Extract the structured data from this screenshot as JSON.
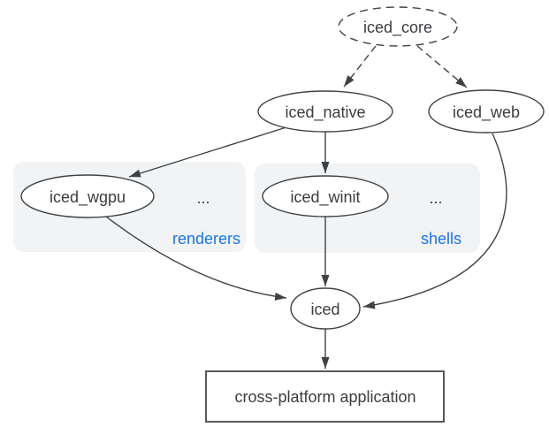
{
  "diagram": {
    "nodes": {
      "iced_core": {
        "label": "iced_core",
        "shape": "ellipse",
        "style": "dashed"
      },
      "iced_native": {
        "label": "iced_native",
        "shape": "ellipse",
        "style": "solid"
      },
      "iced_web": {
        "label": "iced_web",
        "shape": "ellipse",
        "style": "solid"
      },
      "iced_wgpu": {
        "label": "iced_wgpu",
        "shape": "ellipse",
        "style": "solid",
        "group": "renderers"
      },
      "iced_winit": {
        "label": "iced_winit",
        "shape": "ellipse",
        "style": "solid",
        "group": "shells"
      },
      "iced": {
        "label": "iced",
        "shape": "ellipse",
        "style": "solid"
      },
      "application": {
        "label": "cross-platform application",
        "shape": "rectangle",
        "style": "solid"
      }
    },
    "groups": {
      "renderers": {
        "label": "renderers",
        "ellipsis": "..."
      },
      "shells": {
        "label": "shells",
        "ellipsis": "..."
      }
    },
    "edges": [
      {
        "from": "iced_core",
        "to": "iced_native",
        "style": "dashed"
      },
      {
        "from": "iced_core",
        "to": "iced_web",
        "style": "dashed"
      },
      {
        "from": "iced_native",
        "to": "iced_wgpu",
        "style": "solid"
      },
      {
        "from": "iced_native",
        "to": "iced_winit",
        "style": "solid"
      },
      {
        "from": "iced_wgpu",
        "to": "iced",
        "style": "solid"
      },
      {
        "from": "iced_winit",
        "to": "iced",
        "style": "solid"
      },
      {
        "from": "iced_web",
        "to": "iced",
        "style": "solid"
      },
      {
        "from": "iced",
        "to": "application",
        "style": "solid"
      }
    ],
    "colors": {
      "node_stroke": "#3f4245",
      "node_fill": "#ffffff",
      "text": "#3a3d40",
      "group_background": "#f1f3f4",
      "group_label": "#1a73e8",
      "canvas": "#ffffff"
    }
  }
}
